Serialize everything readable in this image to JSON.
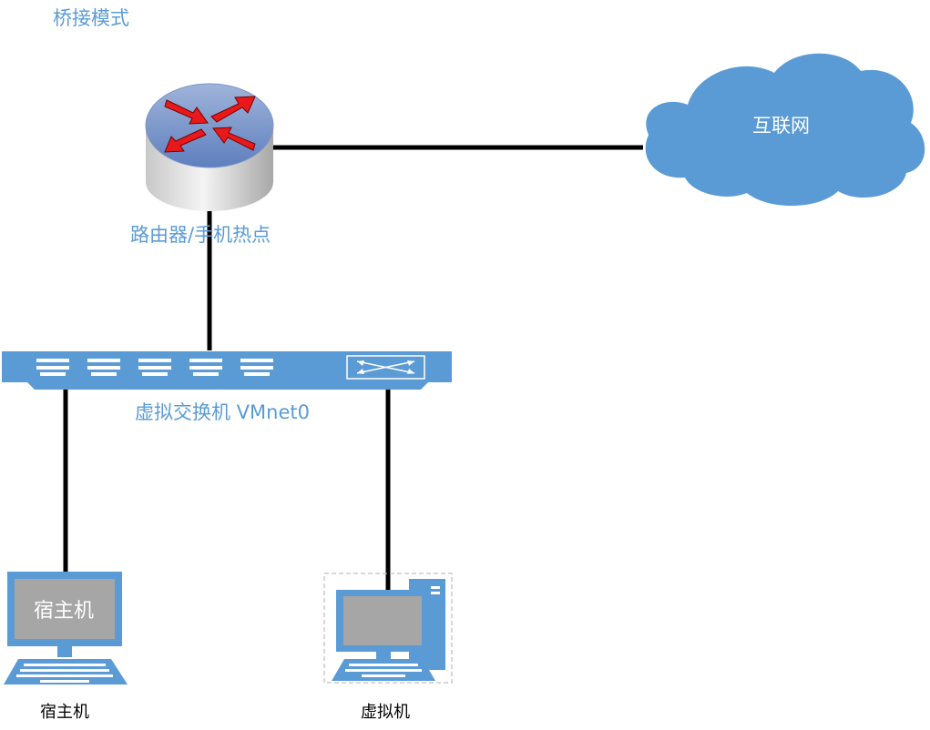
{
  "diagram": {
    "title": "桥接模式",
    "router_label": "路由器/手机热点",
    "internet_label": "互联网",
    "switch_label": "虚拟交换机 VMnet0",
    "host_screen_text": "宿主机",
    "host_label": "宿主机",
    "vm_label": "虚拟机"
  },
  "colors": {
    "accent_blue": "#5b9bd5",
    "label_blue": "#5b9bd5",
    "link_black": "#000000",
    "arrow_red": "#e8191a",
    "screen_gray": "#a6a6a6"
  },
  "icons": [
    "router-icon",
    "cloud-icon",
    "switch-icon",
    "laptop-icon",
    "desktop-computer-icon"
  ]
}
